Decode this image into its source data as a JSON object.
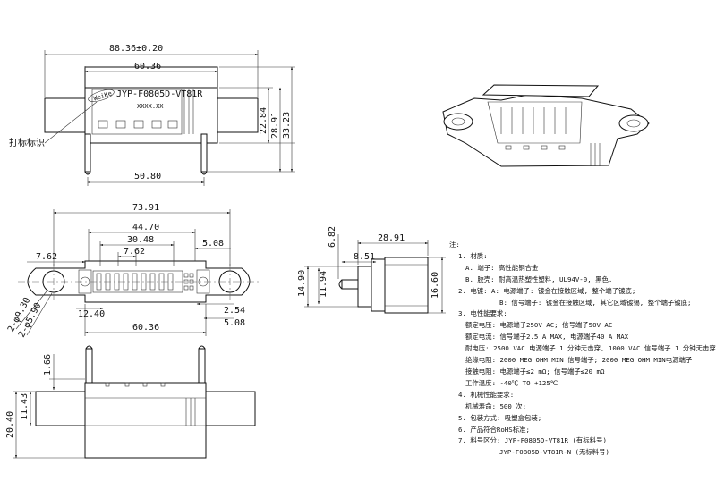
{
  "front_view": {
    "dims": {
      "overall_width": "88.36±0.20",
      "body_width": "60.36",
      "pin_span": "50.80",
      "height_1": "22.84",
      "height_2": "28.91",
      "height_3": "33.23"
    },
    "part_number": "JYP-F0805D-VT81R",
    "lot_code": "XXXX.XX",
    "logo_text": "WeiKe",
    "marking_label": "打标标识"
  },
  "top_view": {
    "dims": {
      "overall": "73.91",
      "span_1": "44.70",
      "span_2": "30.48",
      "span_3": "7.62",
      "left_offset": "7.62",
      "right_offset": "5.08",
      "bottom_left": "12.40",
      "right_1": "2.54",
      "right_2": "5.08",
      "bottom_width": "60.36",
      "hole_1": "2-φ9.30",
      "hole_2": "2-φ5.90"
    }
  },
  "side_view": {
    "dims": {
      "top_1": "6.82",
      "width": "28.91",
      "pin_len": "8.51",
      "h_left_1": "14.90",
      "h_left_2": "11.94",
      "h_right": "16.60"
    }
  },
  "bottom_view": {
    "dims": {
      "top": "1.66",
      "h_1": "20.40",
      "h_2": "11.43"
    }
  },
  "notes": {
    "title": "注:",
    "lines": [
      {
        "level": 1,
        "text": "1. 材质:"
      },
      {
        "level": 2,
        "text": "A. 端子: 高性能铜合金"
      },
      {
        "level": 2,
        "text": "B. 胶壳: 耐高温热塑性塑料, UL94V-0, 黑色."
      },
      {
        "level": 1,
        "text": "2. 电镀: A: 电源端子: 镀金在接触区域, 整个端子镀底;"
      },
      {
        "level": 3,
        "text": "B: 信号端子: 镀金在接触区域, 其它区域镀锡, 整个端子镀底;"
      },
      {
        "level": 1,
        "text": "3. 电性能要求:"
      },
      {
        "level": 2,
        "text": "额定电压: 电源端子250V AC; 信号端子50V AC"
      },
      {
        "level": 2,
        "text": "额定电流: 信号端子2.5 A MAX, 电源端子40 A MAX"
      },
      {
        "level": 2,
        "text": "耐电压: 2500 VAC 电源端子 1 分钟无击穿, 1000 VAC 信号端子 1 分钟无击穿,"
      },
      {
        "level": 2,
        "text": "绝缘电阻: 2000 MEG OHM MIN 信号端子; 2000 MEG OHM MIN电源端子"
      },
      {
        "level": 2,
        "text": "接触电阻: 电源端子≤2 mΩ; 信号端子≤20 mΩ"
      },
      {
        "level": 2,
        "text": "工作温度: -40℃ TO +125℃"
      },
      {
        "level": 1,
        "text": "4. 机械性能要求:"
      },
      {
        "level": 2,
        "text": "机械寿命: 500 次;"
      },
      {
        "level": 1,
        "text": "5. 包装方式: 吸塑盒包装;"
      },
      {
        "level": 1,
        "text": "6. 产品符合RoHS标准;"
      },
      {
        "level": 1,
        "text": "7. 料号区分: JYP-F0805D-VT81R (有标料号)"
      },
      {
        "level": 3,
        "text": "JYP-F0805D-VT81R-N (无标料号)"
      }
    ]
  }
}
